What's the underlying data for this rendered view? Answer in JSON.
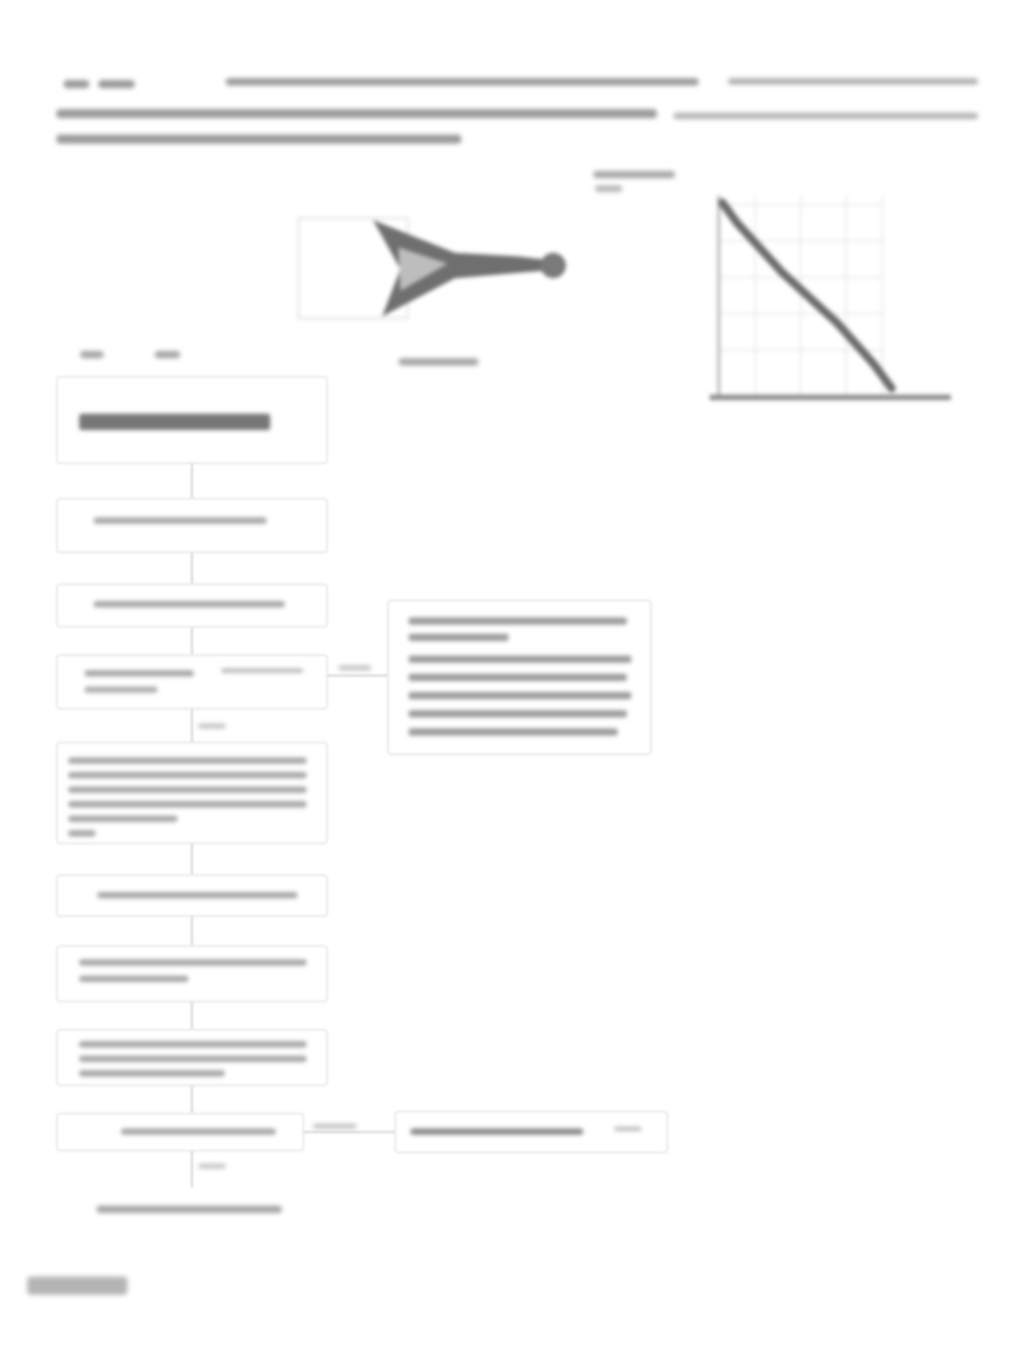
{
  "diagram": {
    "type": "diagnostic-flowchart",
    "header_lines": 3,
    "connector_label": "",
    "chart_label": "",
    "flow_steps": 11,
    "page_ref": ""
  }
}
